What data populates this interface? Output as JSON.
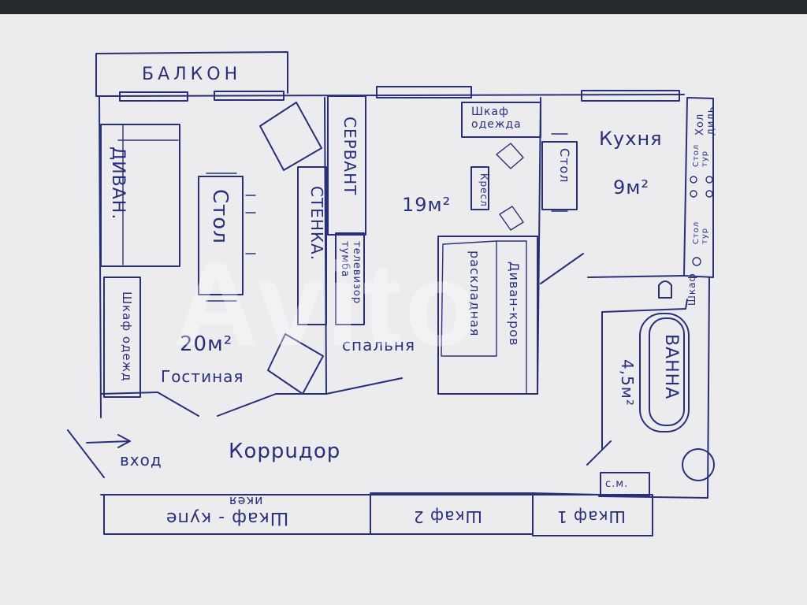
{
  "watermark": "Avito",
  "labels": {
    "balcony": "БАЛКОН",
    "sofa": "ДИВАН.",
    "table_living": "Стол",
    "wall_unit": "СТЕНКА.",
    "sideboard": "СЕРВАНТ",
    "tv_stand": "телевизор тумба",
    "wardrobe_clothes_bedroom": "Шкаф одежда",
    "armchair": "Кресл",
    "bedroom_area": "19м²",
    "folding_sofa": "раскладная",
    "sofa_bed": "Диван-кров",
    "bedroom": "спальня",
    "kitchen": "Кухня",
    "kitchen_area": "9м²",
    "kitchen_table": "Стол",
    "fridge": "Хол диль",
    "counter_1": "Стол тур",
    "counter_2": "Стол тур",
    "cabinet_bath": "Шкаф",
    "bath": "ВАННА",
    "bath_area": "4,5м²",
    "washing_machine": "с.м.",
    "wardrobe_living": "Шкаф одежд",
    "living_area": "20м²",
    "living_room": "Гостиная",
    "corridor": "Коррuдор",
    "entrance": "вход",
    "wardrobe_coupe": "Шкаф - купе",
    "ikea": "икея",
    "wardrobe_2": "Шкаф 2",
    "wardrobe_1": "Шкаф 1"
  }
}
